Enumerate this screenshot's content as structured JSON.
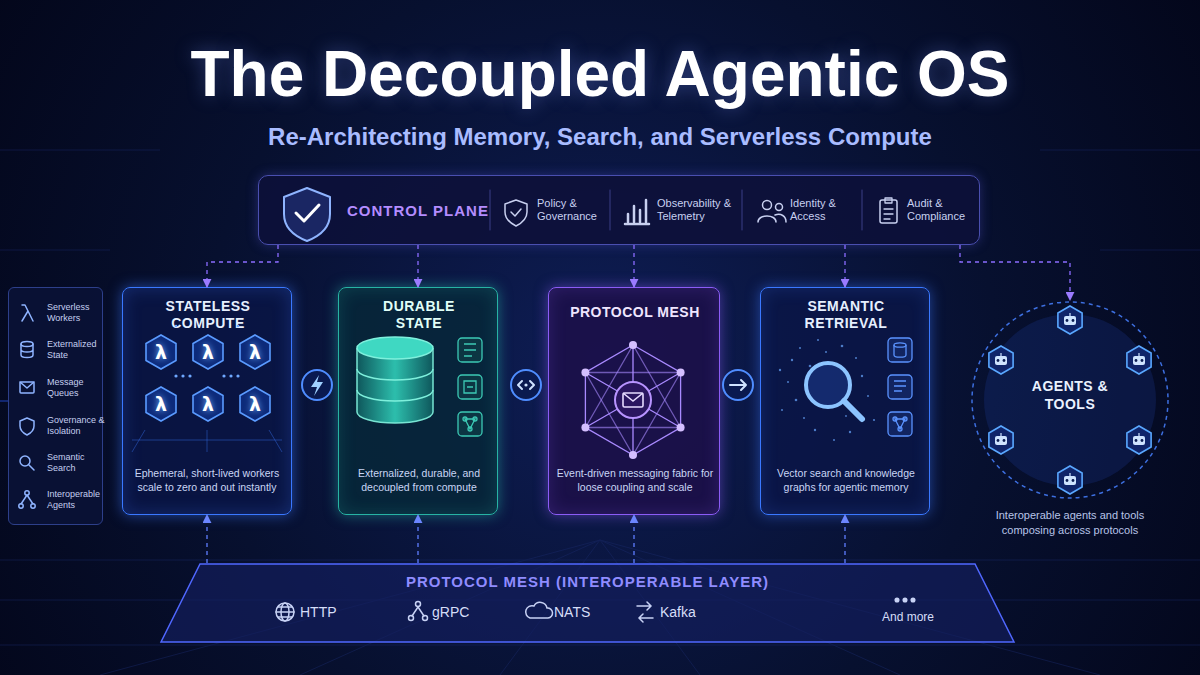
{
  "diagram": {
    "title": "The Decoupled Agentic OS",
    "caption": "Re-Architecting Memory, Search, and Serverless Compute",
    "nodes": [
      {
        "text": [
          "CONTROL PLANE"
        ]
      },
      {
        "text": [
          "Serverless Workers",
          "Externalized State",
          "Message Queues",
          "Governance & Isolation",
          "Semantic Search",
          "Interoperable Agents"
        ]
      },
      {
        "text": [
          "STATELESS COMPUTE",
          "Ephemeral, short-lived workers scale to zero and out instantly"
        ]
      },
      {
        "text": [
          "λ"
        ],
        "in": 2
      },
      {
        "text": [
          "λ"
        ],
        "in": 2
      },
      {
        "text": [
          "λ"
        ],
        "in": 2
      },
      {
        "text": [
          "λ"
        ],
        "in": 2
      },
      {
        "text": [
          "λ"
        ],
        "in": 2
      },
      {
        "text": [
          "λ"
        ],
        "in": 2
      },
      {
        "text": [
          "DURABLE STATE",
          "Externalized, durable, and decoupled from compute"
        ]
      },
      {
        "text": [
          "PROTOCOL MESH",
          "Event-driven messaging fabric for loose coupling and scale"
        ]
      },
      {
        "text": [
          "SEMANTIC RETRIEVAL",
          "Vector search and knowledge graphs for agentic memory"
        ]
      },
      {
        "text": [
          "AGENTS & TOOLS"
        ]
      },
      {
        "text": [
          "PROTOCOL MESH (INTEROPERABLE LAYER)"
        ]
      }
    ],
    "edges": [
      {
        "from": 1,
        "to": 2,
        "arrow": "to"
      },
      {
        "from": 2,
        "to": 9,
        "arrow": "both"
      },
      {
        "from": 9,
        "to": 10,
        "arrow": "both"
      },
      {
        "from": 10,
        "to": 11,
        "arrow": "both"
      },
      {
        "from": 11,
        "to": 12,
        "arrow": "both"
      },
      {
        "from": 0,
        "to": 2,
        "arrow": "to"
      },
      {
        "from": 0,
        "to": 9,
        "arrow": "to"
      },
      {
        "from": 0,
        "to": 10,
        "arrow": "to"
      },
      {
        "from": 0,
        "to": 11,
        "arrow": "to"
      },
      {
        "from": 0,
        "to": 12,
        "arrow": "to"
      },
      {
        "from": 13,
        "to": 2,
        "arrow": "to"
      },
      {
        "from": 13,
        "to": 9,
        "arrow": "to"
      },
      {
        "from": 13,
        "to": 10,
        "arrow": "to"
      },
      {
        "from": 13,
        "to": 11,
        "arrow": "to"
      }
    ],
    "labels": [
      "Policy & Governance",
      "Observability & Telemetry",
      "Identity & Access",
      "Audit & Compliance",
      "Interoperable agents and tools composing across protocols",
      "HTTP",
      "gRPC",
      "NATS",
      "Kafka",
      "And more"
    ]
  }
}
